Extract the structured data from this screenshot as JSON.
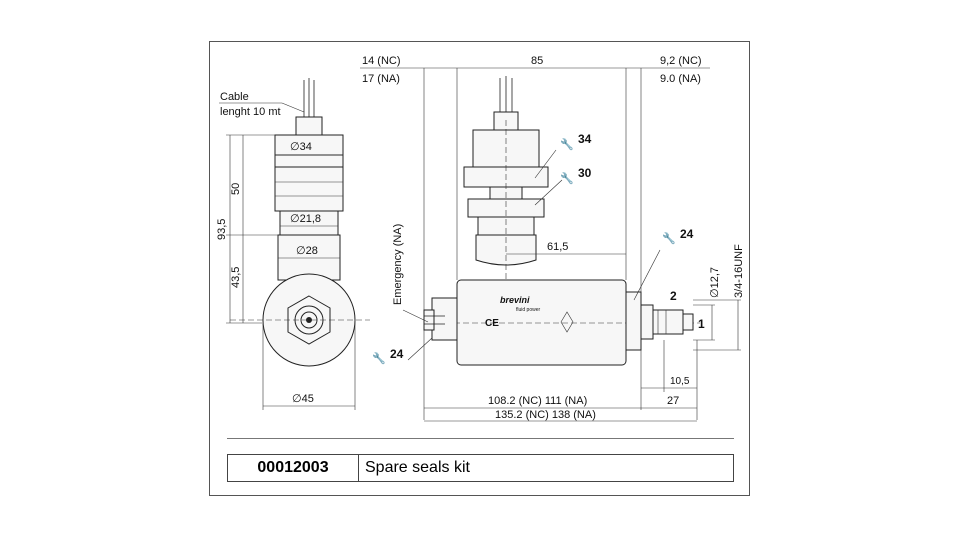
{
  "side_view": {
    "cable_label_1": "Cable",
    "cable_label_2": "lenght 10 mt",
    "dia_34": "∅34",
    "dia_21_8": "∅21,8",
    "dia_28": "∅28",
    "dia_45": "∅45",
    "dim_50": "50",
    "dim_93_5": "93,5",
    "dim_43_5": "43,5"
  },
  "front_view": {
    "nc_left_1": "14 (NC)",
    "na_left_2": "17 (NA)",
    "dim_85": "85",
    "nc_right_1": "9,2 (NC)",
    "na_right_2": "9.0 (NA)",
    "wrench_34": "34",
    "wrench_30": "30",
    "wrench_24_right": "24",
    "wrench_24_left": "24",
    "dim_61_5": "61,5",
    "emergency": "Emergency (NA)",
    "dia_12_7": "∅12,7",
    "thread": "3/4-16UNF",
    "port_2": "2",
    "port_1": "1",
    "dim_10_5": "10,5",
    "dim_27": "27",
    "len_1": "108.2 (NC)  111 (NA)",
    "len_2": "135.2 (NC)  138 (NA)",
    "brand": "brevini",
    "brand_sub": "fluid power",
    "ce_mark": "CE"
  },
  "table": {
    "code": "00012003",
    "description": "Spare seals kit"
  }
}
